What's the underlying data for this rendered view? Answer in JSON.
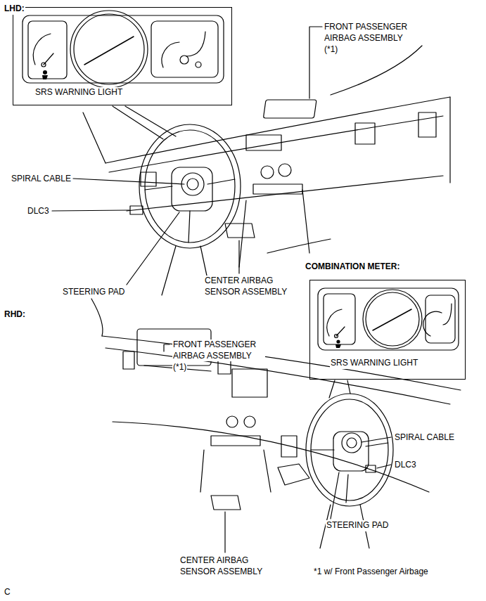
{
  "diagram": {
    "nodes": [
      {
        "text": [
          "SRS WARNING LIGHT"
        ]
      },
      {
        "text": [
          "COMBINATION METER:",
          "SRS WARNING LIGHT"
        ]
      }
    ],
    "labels": [
      "LHD:",
      "FRONT PASSENGER AIRBAG ASSEMBLY",
      "(*1)",
      "SPIRAL CABLE",
      "DLC3",
      "STEERING PAD",
      "CENTER AIRBAG SENSOR ASSEMBLY",
      "RHD:",
      "FRONT PASSENGER AIRBAG ASSEMBLY",
      "(*1)",
      "SPIRAL CABLE",
      "DLC3",
      "STEERING PAD",
      "CENTER AIRBAG SENSOR ASSEMBLY",
      "*1 w/ Front Passenger Airbage",
      "C"
    ]
  }
}
